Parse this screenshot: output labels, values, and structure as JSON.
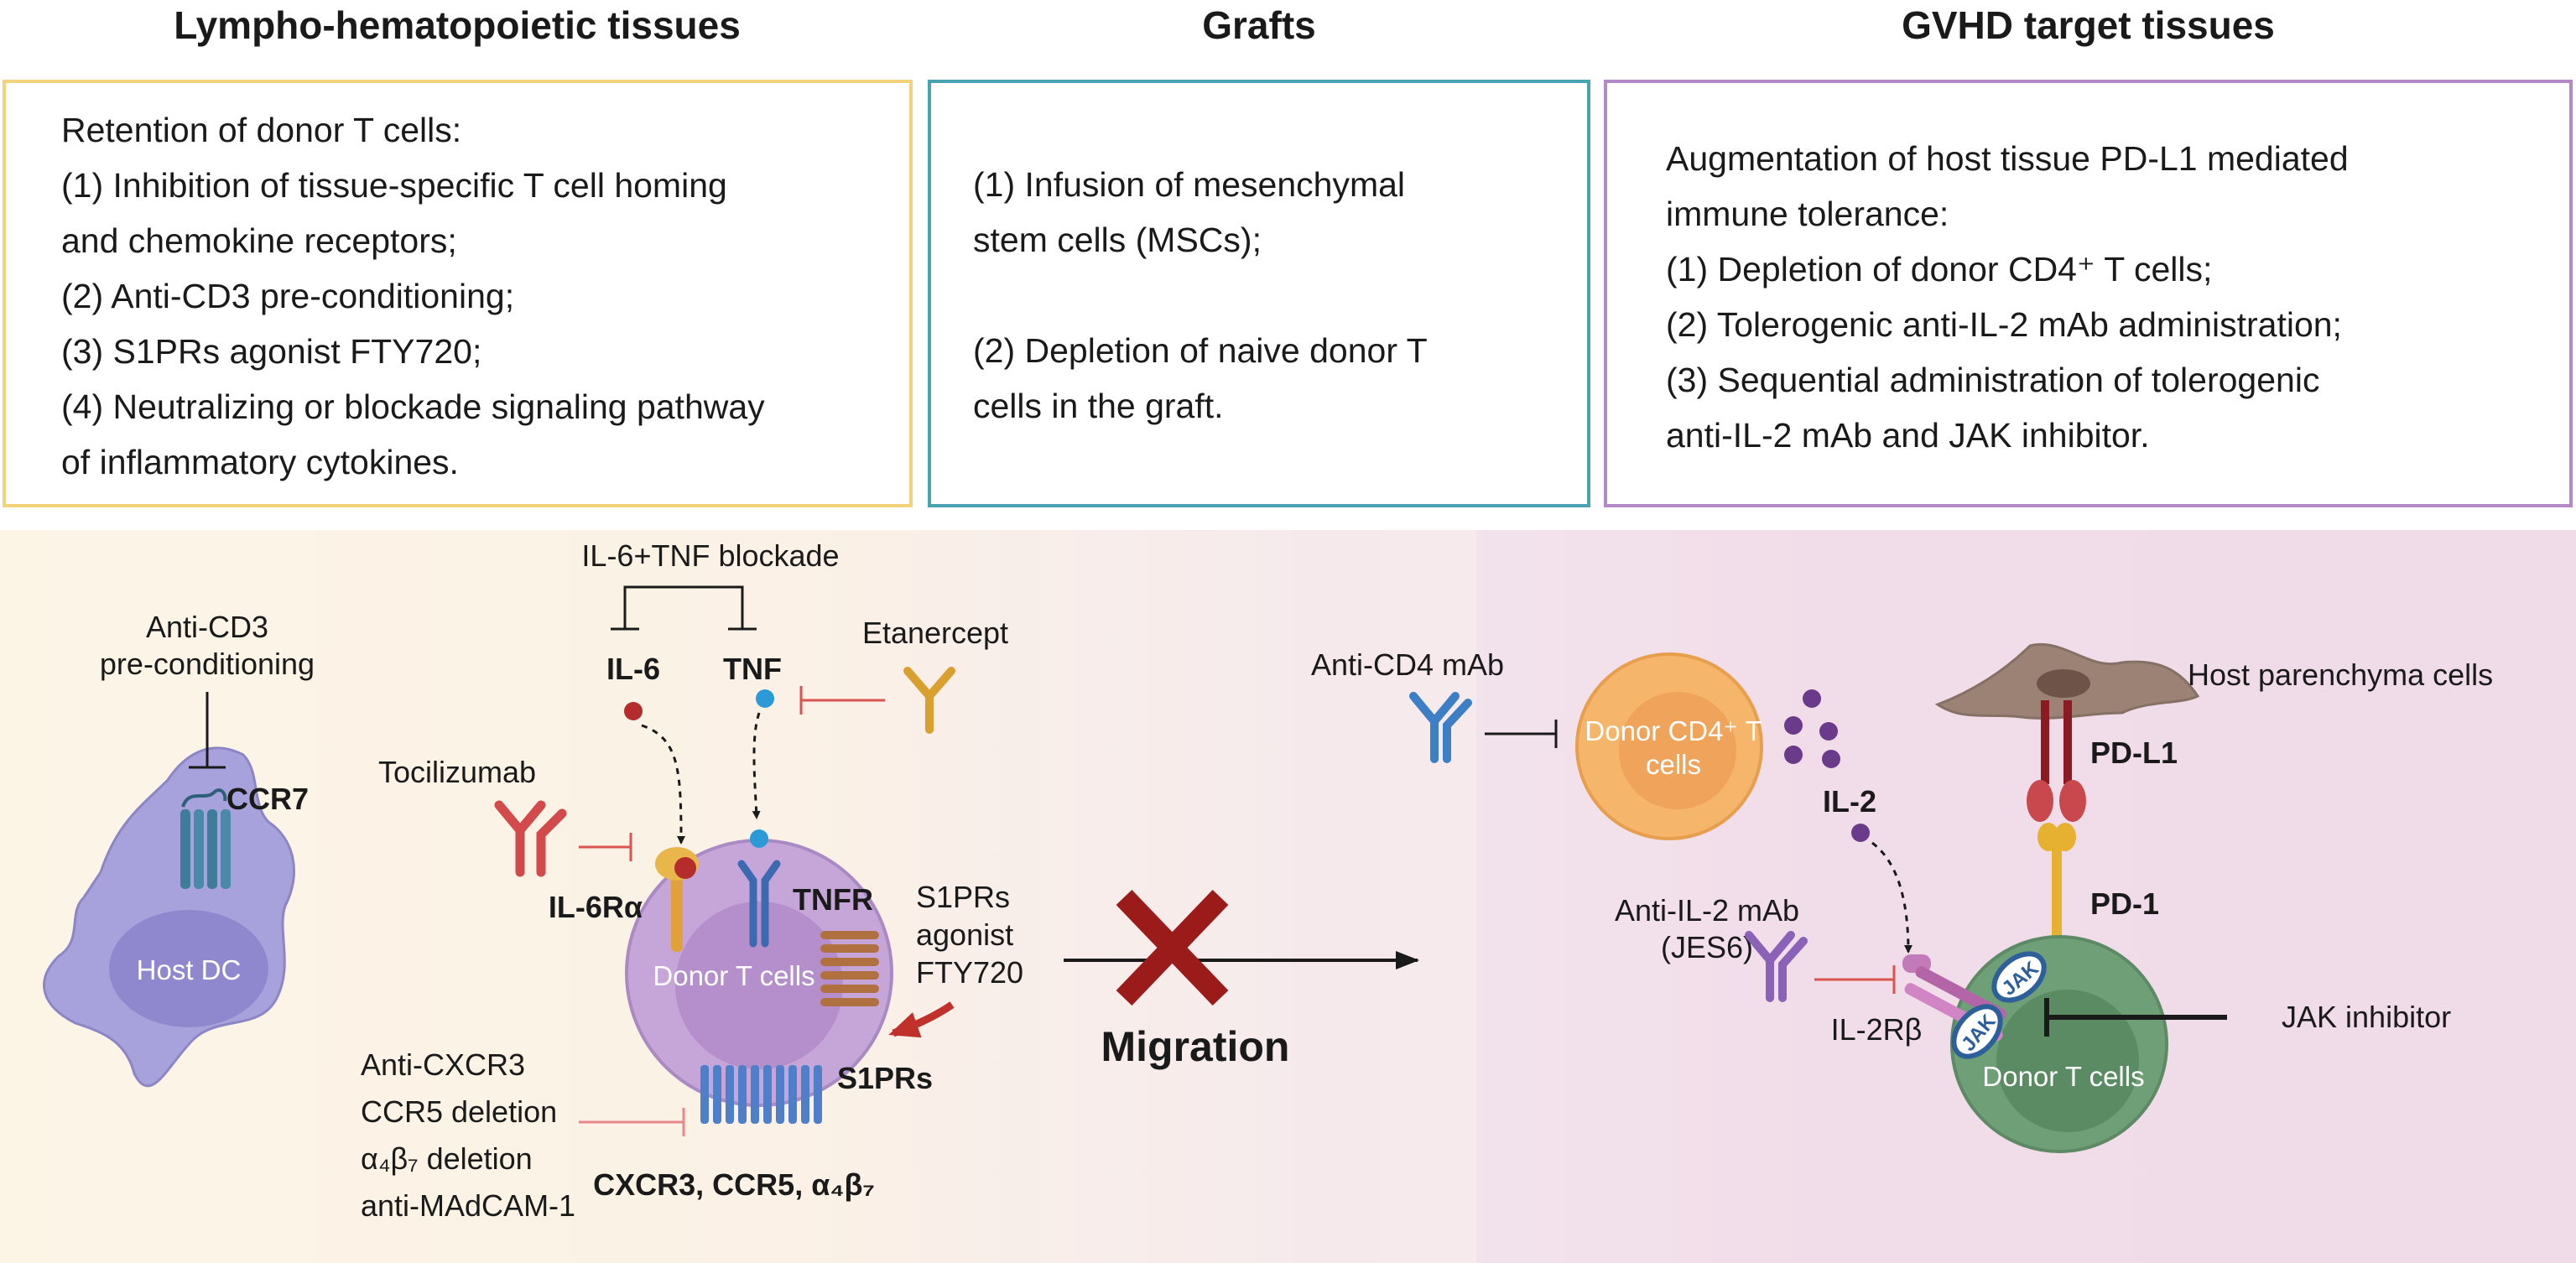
{
  "headers": {
    "left": "Lympho-hematopoietic tissues",
    "middle": "Grafts",
    "right": "GVHD target tissues"
  },
  "boxes": {
    "left": {
      "border_color": "#f2d37a",
      "lines": [
        "Retention of donor T cells:",
        "(1) Inhibition of tissue-specific T cell homing",
        "and chemokine receptors;",
        "(2) Anti-CD3 pre-conditioning;",
        "(3) S1PRs agonist FTY720;",
        "(4) Neutralizing or blockade signaling pathway",
        "of inflammatory cytokines."
      ]
    },
    "middle": {
      "border_color": "#4aa3b0",
      "lines": [
        "(1) Infusion of mesenchymal",
        "stem cells (MSCs);",
        "",
        "(2) Depletion of naive donor T",
        "cells in the graft."
      ]
    },
    "right": {
      "border_color": "#b48ac6",
      "lines": [
        "Augmentation of host tissue PD-L1 mediated",
        "immune tolerance:",
        "(1) Depletion of donor CD4⁺ T cells;",
        "(2) Tolerogenic anti-IL-2 mAb administration;",
        "(3) Sequential administration of tolerogenic",
        "anti-IL-2 mAb  and JAK inhibitor."
      ]
    }
  },
  "diagram": {
    "anti_cd3": [
      "Anti-CD3",
      "pre-conditioning"
    ],
    "ccr7": "CCR7",
    "host_dc": "Host DC",
    "il6_tnf_blockade": "IL-6+TNF blockade",
    "il6": "IL-6",
    "tnf": "TNF",
    "etanercept": "Etanercept",
    "tocilizumab": "Tocilizumab",
    "il6ra": "IL-6Rα",
    "tnfr": "TNFR",
    "donor_t_cells_left": "Donor T cells",
    "s1prs_agonist": [
      "S1PRs",
      "agonist",
      "FTY720"
    ],
    "s1prs": "S1PRs",
    "homing_blockers": [
      "Anti-CXCR3",
      "CCR5 deletion",
      "α₄β₇ deletion",
      "anti-MAdCAM-1"
    ],
    "homing_receptors": "CXCR3, CCR5, α₄β₇",
    "migration": "Migration",
    "anti_cd4": "Anti-CD4 mAb",
    "donor_cd4": [
      "Donor CD4⁺ T",
      "cells"
    ],
    "il2": "IL-2",
    "host_parenchyma": "Host parenchyma cells",
    "pdl1": "PD-L1",
    "pd1": "PD-1",
    "anti_il2": [
      "Anti-IL-2 mAb",
      "(JES6)"
    ],
    "il2rb": "IL-2Rβ",
    "jak": "JAK",
    "jak_inhibitor": "JAK inhibitor",
    "donor_t_cells_right": "Donor T cells"
  },
  "colors": {
    "lower_left_bg": "#fcf5e6",
    "lower_right_bg": "#f0dbe8",
    "inhibit_red": "#d9534f",
    "cross_red": "#9b1b1b",
    "antibody_red": "#d24a4a",
    "antibody_blue": "#3c7fc4",
    "antibody_gold": "#d9a030",
    "antibody_purple": "#8a62b8",
    "donor_cell_purple": "#c6a6d9",
    "cd4_cell_orange": "#f5b56b",
    "donor_cell_green": "#6f9f77",
    "host_dc_lilac": "#a8a2dc",
    "parenchyma_brown": "#9b8275"
  }
}
